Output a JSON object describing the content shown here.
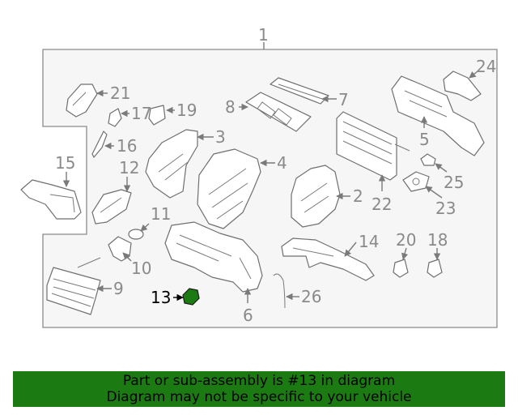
{
  "diagram": {
    "highlight_color": "#1c7a12",
    "callouts": [
      "1",
      "2",
      "3",
      "4",
      "5",
      "6",
      "7",
      "8",
      "9",
      "10",
      "11",
      "12",
      "13",
      "14",
      "15",
      "16",
      "17",
      "18",
      "19",
      "20",
      "21",
      "22",
      "23",
      "24",
      "25",
      "26"
    ],
    "highlighted_part": "13"
  },
  "banner": {
    "line1": "Part or sub-assembly is #13 in diagram",
    "line2": "Diagram may not be specific to your vehicle"
  }
}
